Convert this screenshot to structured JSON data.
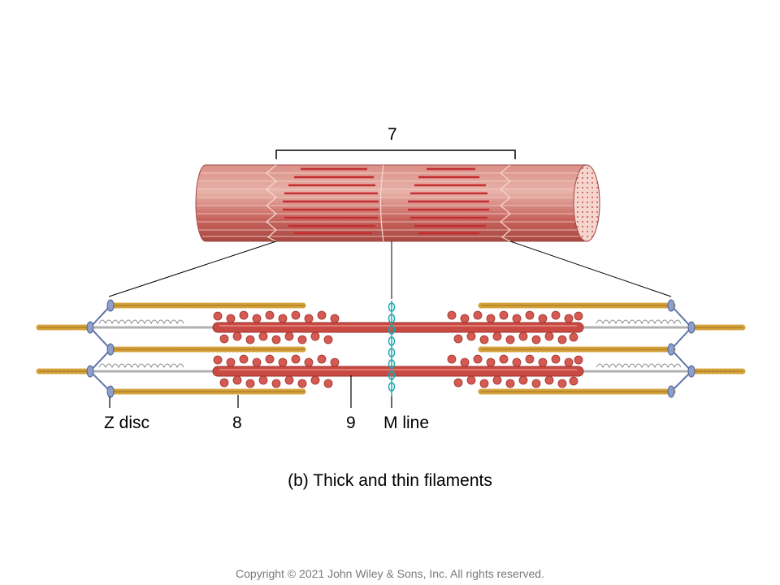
{
  "labels": {
    "sarcomere_number": "7",
    "z_disc": "Z disc",
    "thin_filament_number": "8",
    "thick_filament_number": "9",
    "m_line": "M line"
  },
  "caption": "(b) Thick and thin filaments",
  "copyright": "Copyright © 2021 John Wiley & Sons, Inc. All rights reserved.",
  "colors": {
    "myofibril": "#c8504f",
    "myofibril_light": "#e8a39a",
    "myosin": "#c94a43",
    "actin": "#d4a23a",
    "titin": "#8a8a8a",
    "z_disc": "#7f95c4",
    "m_line": "#20a8b0"
  }
}
